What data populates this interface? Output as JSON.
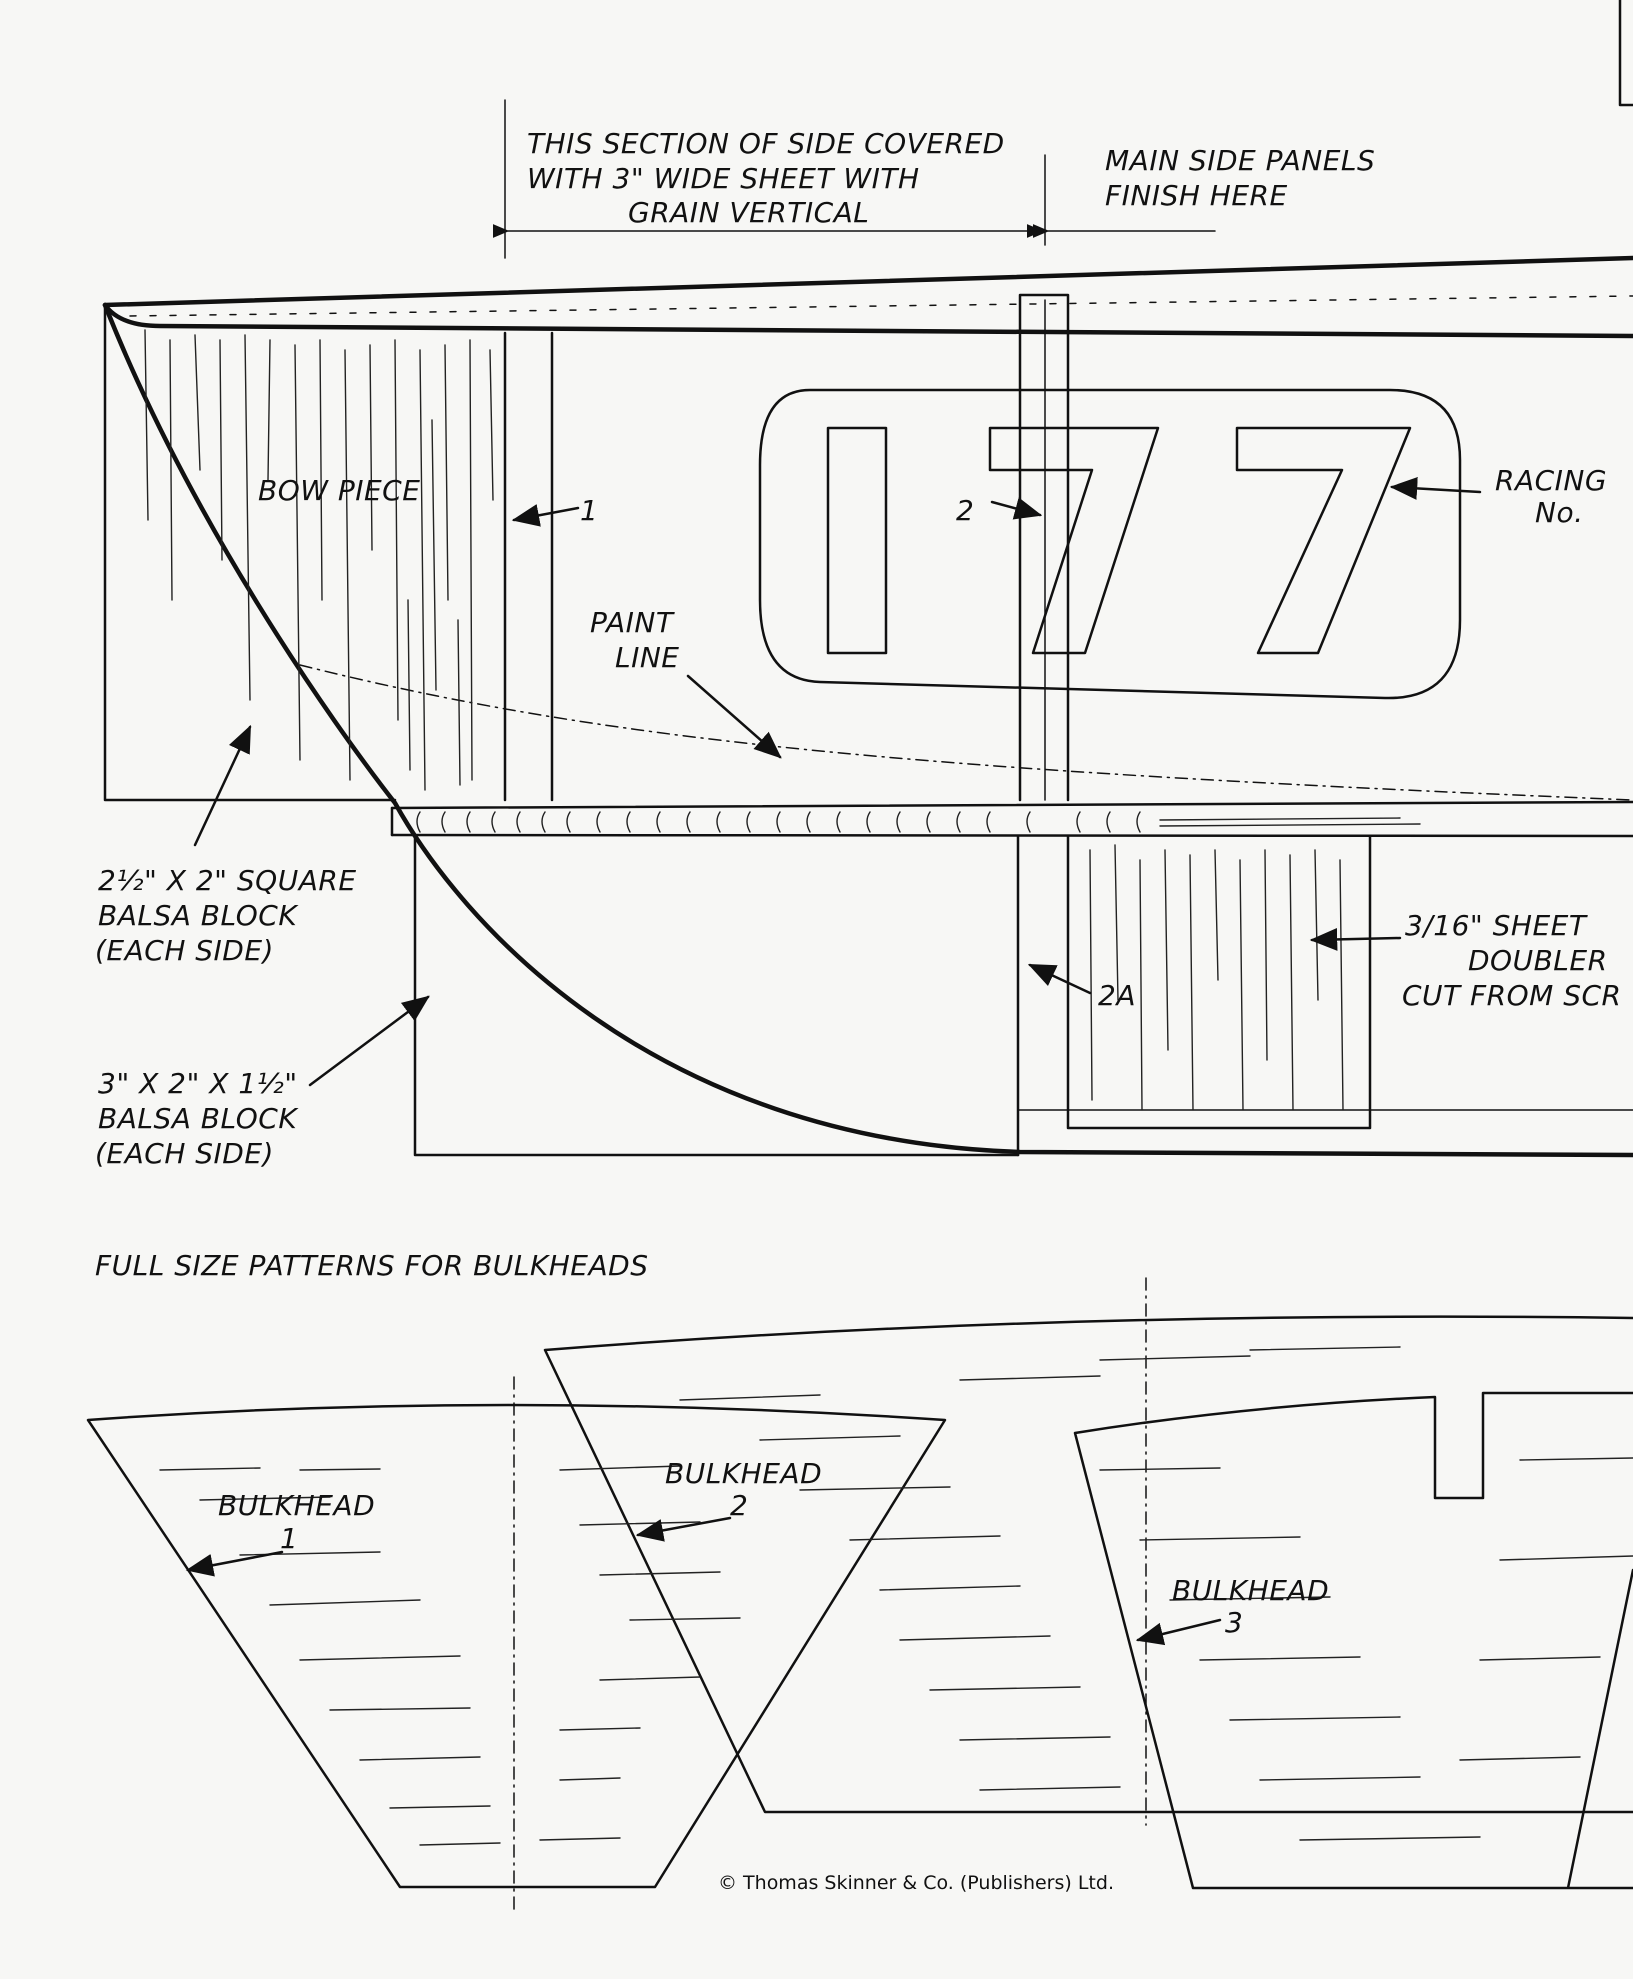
{
  "labels": {
    "section_covered": [
      "THIS SECTION OF SIDE COVERED",
      "WITH 3\" WIDE SHEET WITH",
      "GRAIN VERTICAL"
    ],
    "main_side_panels": [
      "MAIN SIDE PANELS",
      "FINISH HERE"
    ],
    "bow_piece": "BOW PIECE",
    "bulkhead_1_ref": "1",
    "bulkhead_2_ref": "2",
    "bulkhead_2a_ref": "2A",
    "racing_no": [
      "RACING",
      "No."
    ],
    "racing_number_value": "177",
    "paint_line": [
      "PAINT",
      "LINE"
    ],
    "square_block": [
      "2½\" X 2\" SQUARE",
      "BALSA BLOCK",
      "(EACH SIDE)"
    ],
    "sheet_doubler": [
      "3/16\" SHEET",
      "DOUBLER",
      "CUT FROM SCR"
    ],
    "balsa_block_3x2": [
      "3\" X 2\" X 1½\"",
      "BALSA BLOCK",
      "(EACH SIDE)"
    ],
    "patterns_title": "FULL SIZE PATTERNS FOR BULKHEADS",
    "bulkhead_1": [
      "BULKHEAD",
      "1"
    ],
    "bulkhead_2": [
      "BULKHEAD",
      "2"
    ],
    "bulkhead_3": [
      "BULKHEAD",
      "3"
    ],
    "copyright": "© Thomas Skinner & Co. (Publishers) Ltd."
  },
  "colors": {
    "ink": "#111111",
    "paper": "#f7f7f5"
  }
}
